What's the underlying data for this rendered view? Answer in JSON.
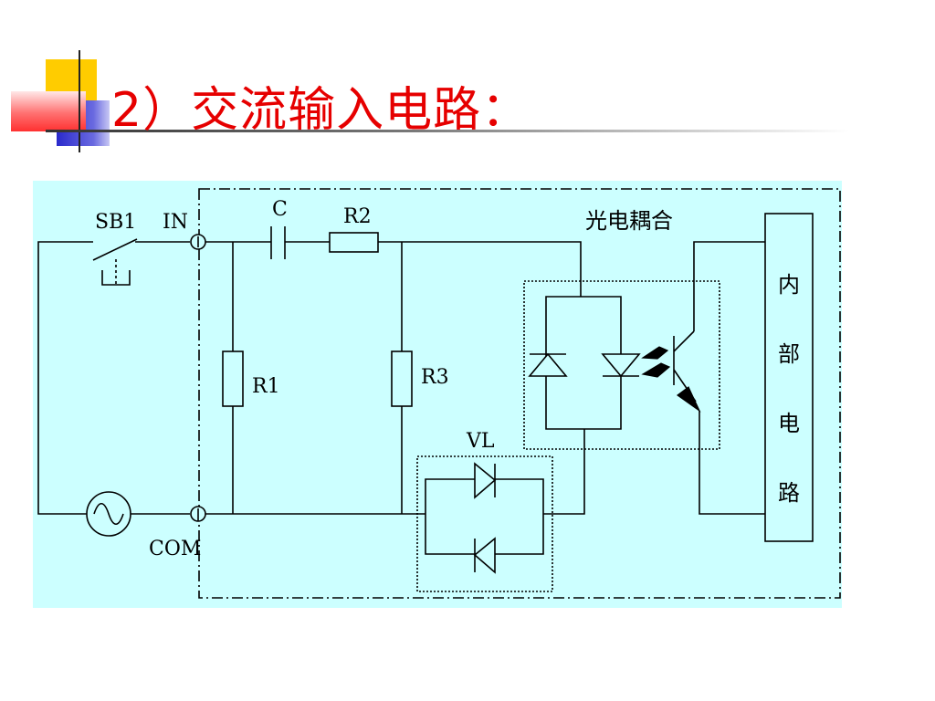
{
  "title": "2）交流输入电路：",
  "labels": {
    "sb1": "SB1",
    "in": "IN",
    "com": "COM",
    "c": "C",
    "r1": "R1",
    "r2": "R2",
    "r3": "R3",
    "vl": "VL",
    "optocoupler": "光电耦合",
    "internal_circuit": [
      "内",
      "部",
      "电",
      "路"
    ]
  },
  "colors": {
    "title": "#e60000",
    "diagram_background": "#ccffff",
    "deco_yellow": "#ffcc00",
    "deco_blue": "#3333cc",
    "deco_red": "#ff5050"
  }
}
